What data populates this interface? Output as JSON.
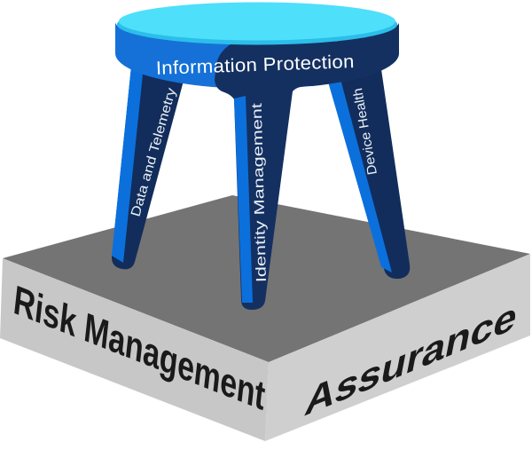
{
  "diagram": {
    "title_metaphor": "three-legged stool on a platform",
    "seat_label": "Information Protection",
    "legs": [
      {
        "label": "Data and Telemetry"
      },
      {
        "label": "Identity Management"
      },
      {
        "label": "Device Health"
      }
    ],
    "base": {
      "left_face_label": "Risk Management",
      "right_face_label": "Assurance"
    },
    "colors": {
      "seat_top_cyan": "#4EDFFB",
      "seat_top_shade_cyan": "#2BBEE9",
      "rim_blue": "#1571D8",
      "leg_highlight_blue": "#0B70DC",
      "navy": "#143061",
      "leg_navy": "#122D5B",
      "platform_top_gray": "#747474",
      "platform_left_gray": "#C7C7C7",
      "platform_right_gray": "#CFCFCF",
      "seat_text": "#FFFFFF",
      "leg_text": "#E9EFF7",
      "base_text": "#1A1A1A",
      "background": "#FFFFFF"
    }
  }
}
